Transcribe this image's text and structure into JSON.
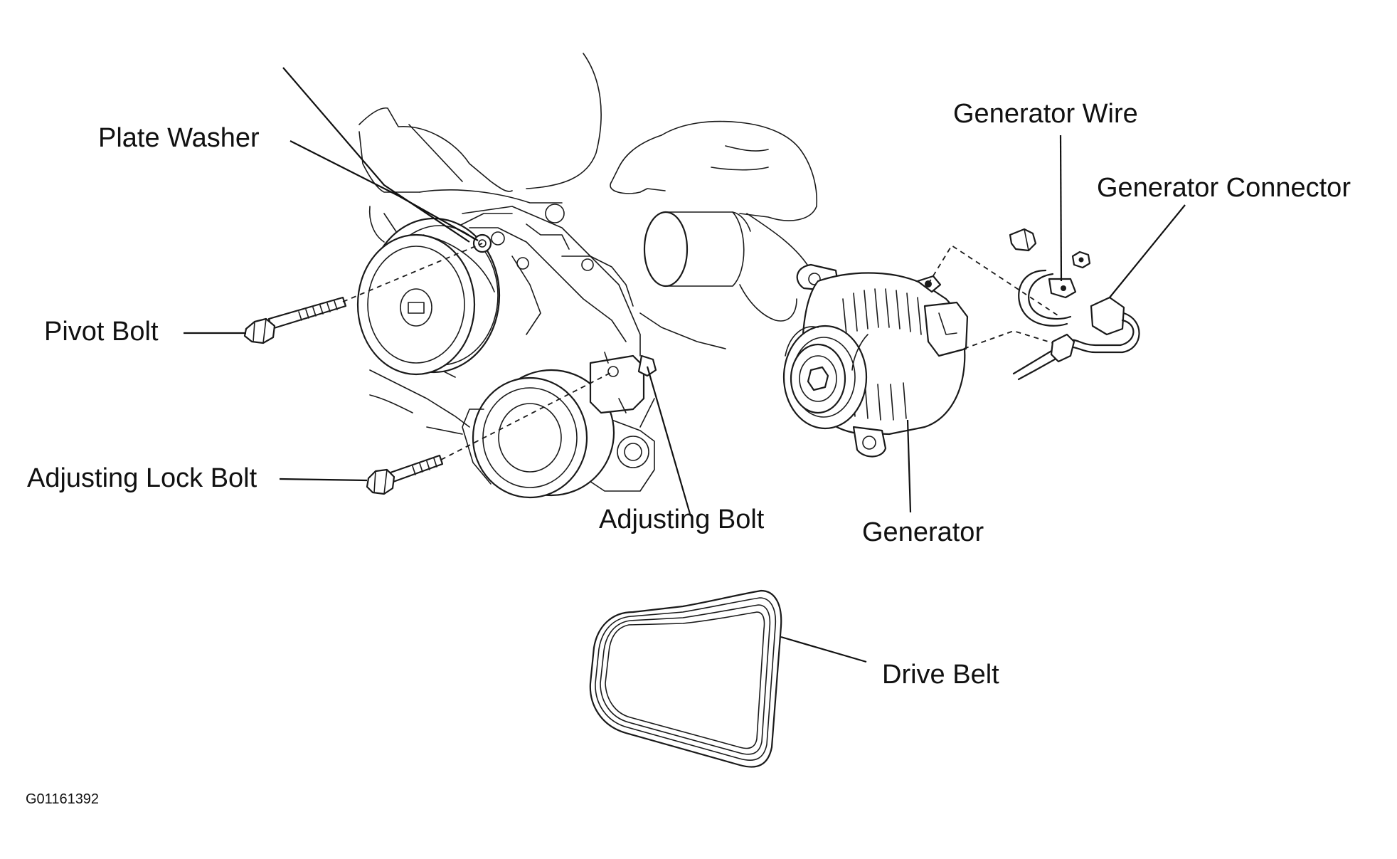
{
  "labels": {
    "plate_washer": "Plate Washer",
    "pivot_bolt": "Pivot Bolt",
    "adjusting_lock_bolt": "Adjusting Lock Bolt",
    "adjusting_bolt": "Adjusting Bolt",
    "generator_wire": "Generator Wire",
    "generator_connector": "Generator Connector",
    "generator": "Generator",
    "drive_belt": "Drive Belt"
  },
  "figure_id": "G01161392"
}
